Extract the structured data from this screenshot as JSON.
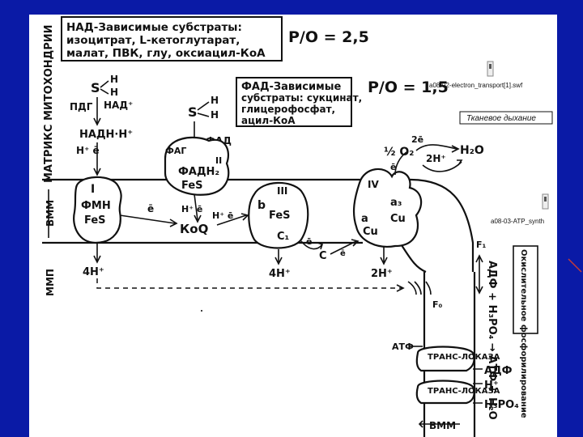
{
  "side_label": "МАТРИКС МИТОХОНДРИИ",
  "nad_box": {
    "line1": "НАД-Зависимые субстраты:",
    "line2": "изоцитрат, L-кетоглутарат,",
    "line3": "малат, ПВК, глу, оксиацил-КоА"
  },
  "ratio_nad": "P/O = 2,5",
  "fad_box": {
    "line1": "ФАД-Зависимые",
    "line2": "субстраты: сукцинат,",
    "line3": "глицерофосфат,",
    "line4": "ацил-КоА"
  },
  "ratio_fad": "P/O = 1,5",
  "link1": {
    "icon": "file-icon",
    "text": "a08-02-electron_transport[1].swf"
  },
  "link2": {
    "icon": "file-icon",
    "text": "a08-03-ATP_synth"
  },
  "tissue_respiration": "Тканевое дыхание",
  "vmm_label": "ВММ",
  "mmp_label": "ММП",
  "substrate_sh": {
    "s": "S",
    "h": "H"
  },
  "complex1": {
    "numeral": "I",
    "l1": "ФМН",
    "l2": "FeS"
  },
  "complex2": {
    "numeral": "II",
    "l1": "ФАДН₂",
    "l2": "FeS"
  },
  "complex3": {
    "numeral": "III",
    "l1": "b",
    "l2": "FeS",
    "l3": "C₁"
  },
  "complex4": {
    "numeral": "IV",
    "l1": "a",
    "l2": "a₃",
    "l3": "Cu",
    "l4": "Cu"
  },
  "labels": {
    "pdg": "ПДГ",
    "nad_plus": "НАД⁺",
    "nadh": "НАДН·Н⁺",
    "hplus_e": "Н⁺ ē",
    "fad": "ФАД",
    "fag": "ФАГ",
    "e_bar": "ē",
    "koq": "КоQ",
    "hplus_e2": "Н⁺ ē",
    "c": "C",
    "h4": "4Н⁺",
    "h4b": "4Н⁺",
    "h2": "2Н⁺",
    "h2b": "2Н⁺",
    "half_o2": "½ O₂",
    "two_e": "2ē",
    "water": "H₂O",
    "f0": "F₀",
    "f1": "F₁",
    "atp": "АТФ",
    "adp": "АДФ",
    "hplus": "Н⁺",
    "h3po4": "H₃PO₄",
    "vmm2": "ВММ",
    "transl1": "ТРАНС-ЛОКАЗА",
    "transl2": "ТРАНС-ЛОКАЗА",
    "reaction": "АДФ + Н₃РО₄ → АТФ + Н₂О",
    "oxphos": "Окислительное фосфорилирование"
  },
  "colors": {
    "background": "#0a1aa6",
    "slide": "#ffffff",
    "ink": "#111111",
    "marker": "#c43a3a"
  }
}
